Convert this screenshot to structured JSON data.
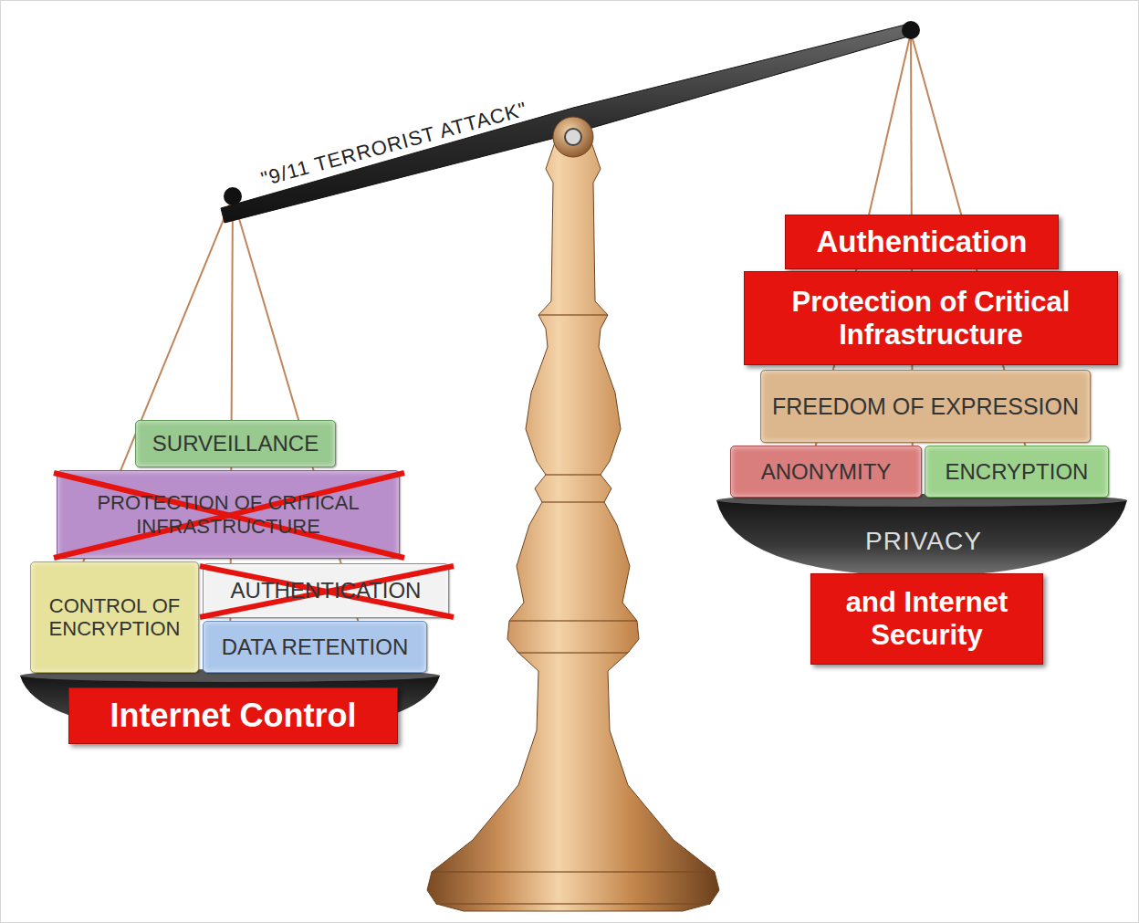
{
  "diagram": {
    "nodes": [
      {
        "text": [
          "SURVEILLANCE"
        ]
      },
      {
        "text": [
          "PROTECTION OF CRITICAL INFRASTRUCTURE"
        ]
      },
      {
        "text": [
          "CONTROL OF ENCRYPTION"
        ]
      },
      {
        "text": [
          "AUTHENTICATION"
        ]
      },
      {
        "text": [
          "DATA RETENTION"
        ]
      },
      {
        "text": [
          "Internet Control"
        ]
      },
      {
        "text": [
          "Authentication"
        ]
      },
      {
        "text": [
          "Protection of Critical Infrastructure"
        ]
      },
      {
        "text": [
          "FREEDOM OF EXPRESSION"
        ]
      },
      {
        "text": [
          "ANONYMITY"
        ]
      },
      {
        "text": [
          "ENCRYPTION"
        ]
      },
      {
        "text": [
          "and Internet Security"
        ]
      }
    ],
    "labels": [
      "\"9/11 TERRORIST ATTACK\"",
      "PRIVACY"
    ]
  }
}
